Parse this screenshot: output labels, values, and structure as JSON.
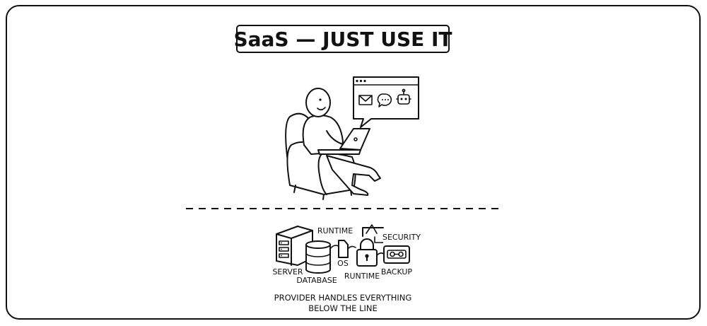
{
  "title": "SaaS — JUST USE IT",
  "labels": {
    "runtime_top": "RUNTIME",
    "security": "SECURITY",
    "server": "SERVER",
    "database": "DATABASE",
    "os": "OS",
    "runtime_bottom": "RUNTIME",
    "backup": "BACKUP"
  },
  "caption": {
    "line1": "PROVIDER HANDLES EVERYTHING",
    "line2": "BELOW THE LINE"
  },
  "icons": [
    "mail-icon",
    "chat-icon",
    "robot-icon",
    "server-icon",
    "database-icon",
    "os-icon",
    "lock-icon",
    "security-icon",
    "backup-tape-icon"
  ]
}
